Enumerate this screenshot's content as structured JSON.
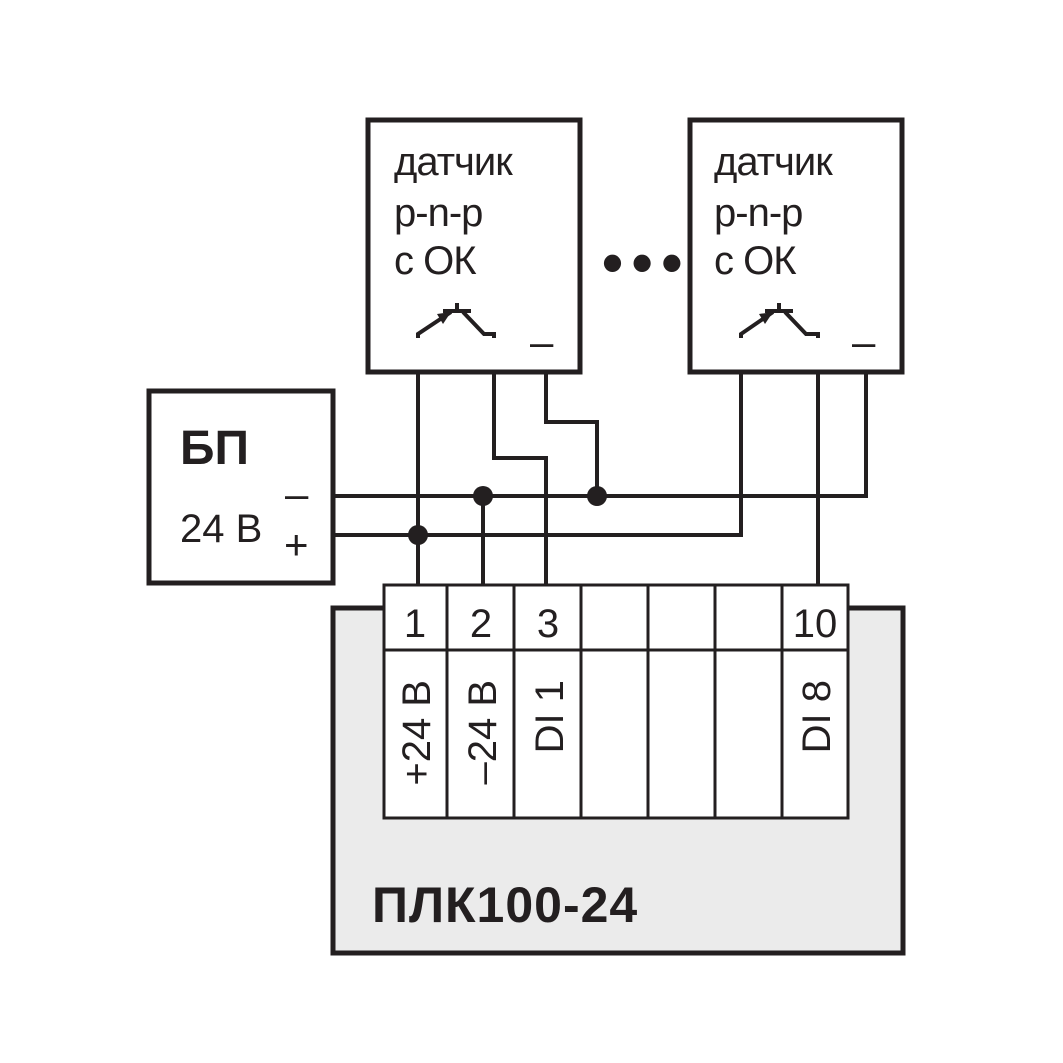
{
  "sensors": [
    {
      "line1": "датчик",
      "line2": "p-n-p",
      "line3": "с ОК",
      "minus": "–"
    },
    {
      "line1": "датчик",
      "line2": "p-n-p",
      "line3": "с ОК",
      "minus": "–"
    }
  ],
  "ellipsis": "• • •",
  "psu": {
    "title": "БП",
    "voltage": "24 В",
    "minus": "–",
    "plus": "+"
  },
  "plc": {
    "name": "ПЛК100-24",
    "terminals": [
      {
        "num": "1",
        "signal": "+24 В"
      },
      {
        "num": "2",
        "signal": "–24 В"
      },
      {
        "num": "3",
        "signal": "DI 1"
      },
      {
        "num": "",
        "signal": ""
      },
      {
        "num": "",
        "signal": ""
      },
      {
        "num": "",
        "signal": ""
      },
      {
        "num": "10",
        "signal": "DI 8"
      }
    ]
  },
  "colors": {
    "ink": "#231f20",
    "plc_body": "#ebebeb",
    "background": "#ffffff"
  }
}
